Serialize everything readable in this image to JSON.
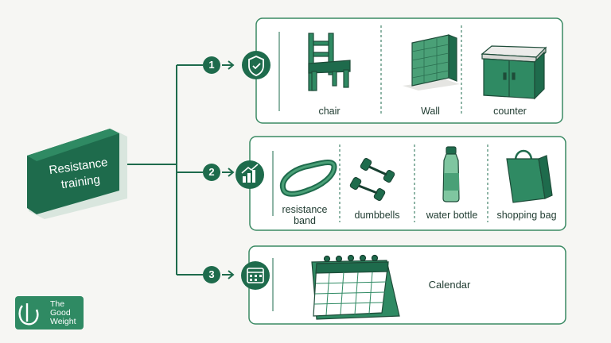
{
  "root": {
    "line1": "Resistance",
    "line2": "training"
  },
  "branches": [
    {
      "number": "1",
      "icon": "shield-check-icon",
      "items": [
        "chair",
        "Wall",
        "counter"
      ]
    },
    {
      "number": "2",
      "icon": "bar-chart-growth-icon",
      "items": [
        "resistance band",
        "dumbbells",
        "water bottle",
        "shopping bag"
      ]
    },
    {
      "number": "3",
      "icon": "calendar-icon",
      "items": [
        "Calendar"
      ]
    }
  ],
  "logo": {
    "line1": "The",
    "line2": "Good",
    "line3": "Weight"
  },
  "colors": {
    "primary": "#1e6b4c",
    "accent": "#2f8a63",
    "light": "#d9eee2",
    "border": "#3a8a63",
    "background": "#f6f6f3"
  }
}
